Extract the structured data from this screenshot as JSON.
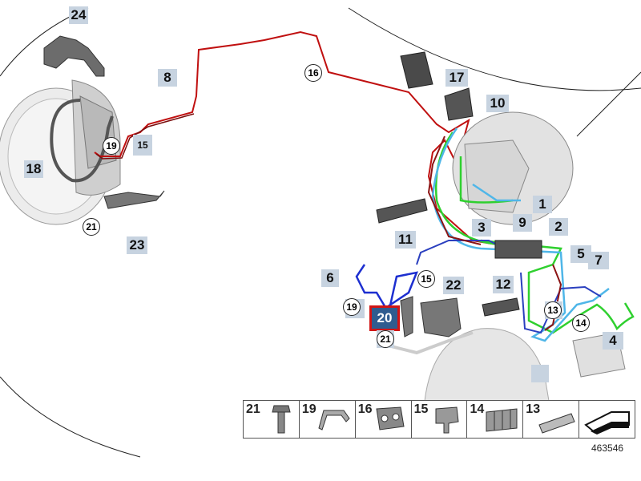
{
  "reference_number": "463546",
  "selected_callout": "20",
  "callouts": [
    {
      "id": "c24",
      "label": "24"
    },
    {
      "id": "c8",
      "label": "8"
    },
    {
      "id": "c17",
      "label": "17"
    },
    {
      "id": "c10",
      "label": "10"
    },
    {
      "id": "c15a",
      "label": "15"
    },
    {
      "id": "c18",
      "label": "18"
    },
    {
      "id": "c1",
      "label": "1"
    },
    {
      "id": "c3",
      "label": "3"
    },
    {
      "id": "c9",
      "label": "9"
    },
    {
      "id": "c2",
      "label": "2"
    },
    {
      "id": "c11",
      "label": "11"
    },
    {
      "id": "c23",
      "label": "23"
    },
    {
      "id": "c5",
      "label": "5"
    },
    {
      "id": "c7",
      "label": "7"
    },
    {
      "id": "c6",
      "label": "6"
    },
    {
      "id": "c22",
      "label": "22"
    },
    {
      "id": "c12",
      "label": "12"
    },
    {
      "id": "c19b",
      "label": ""
    },
    {
      "id": "c20",
      "label": "20"
    },
    {
      "id": "c13b",
      "label": ""
    },
    {
      "id": "c4",
      "label": "4"
    },
    {
      "id": "c21b",
      "label": ""
    },
    {
      "id": "cblank",
      "label": ""
    }
  ],
  "circled": [
    {
      "id": "k16",
      "label": "16"
    },
    {
      "id": "k19a",
      "label": "19"
    },
    {
      "id": "k15b",
      "label": "15"
    },
    {
      "id": "k21a",
      "label": "21"
    },
    {
      "id": "k19b",
      "label": "19"
    },
    {
      "id": "k21b",
      "label": "21"
    },
    {
      "id": "k13",
      "label": "13"
    },
    {
      "id": "k14",
      "label": "14"
    }
  ],
  "parts_tray": [
    {
      "label": "21",
      "icon": "bolt-icon"
    },
    {
      "label": "19",
      "icon": "spring-clip-icon"
    },
    {
      "label": "16",
      "icon": "double-pipe-clip-icon"
    },
    {
      "label": "15",
      "icon": "single-pipe-clip-icon"
    },
    {
      "label": "14",
      "icon": "triple-pipe-clip-icon"
    },
    {
      "label": "13",
      "icon": "pipe-holder-strip-icon"
    },
    {
      "label": "",
      "icon": "arrow-icon"
    }
  ]
}
